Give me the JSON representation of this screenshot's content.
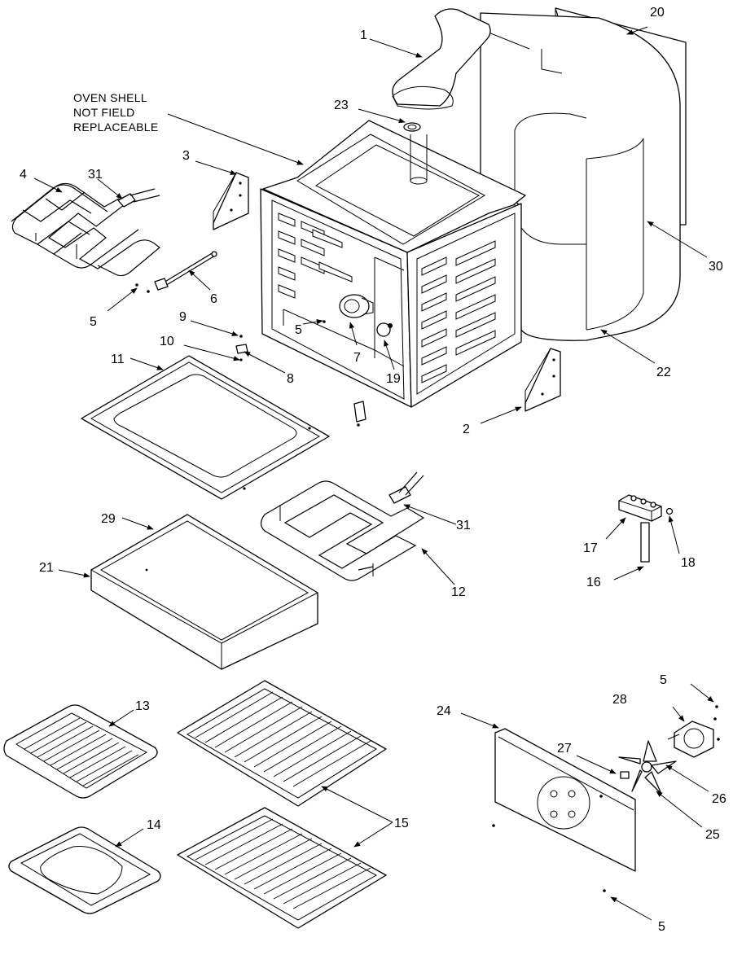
{
  "note": {
    "lines": [
      "OVEN SHELL",
      "NOT FIELD",
      "REPLACEABLE"
    ]
  },
  "callouts": {
    "c1": "1",
    "c2": "2",
    "c3": "3",
    "c4": "4",
    "c5a": "5",
    "c5b": "5",
    "c5c": "5",
    "c5d": "5",
    "c6": "6",
    "c7": "7",
    "c8": "8",
    "c9": "9",
    "c10": "10",
    "c11": "11",
    "c12": "12",
    "c13": "13",
    "c14": "14",
    "c15": "15",
    "c16": "16",
    "c17": "17",
    "c18": "18",
    "c19": "19",
    "c20": "20",
    "c21": "21",
    "c22": "22",
    "c23": "23",
    "c24": "24",
    "c25": "25",
    "c26": "26",
    "c27": "27",
    "c28": "28",
    "c29": "29",
    "c30": "30",
    "c31a": "31",
    "c31b": "31"
  }
}
